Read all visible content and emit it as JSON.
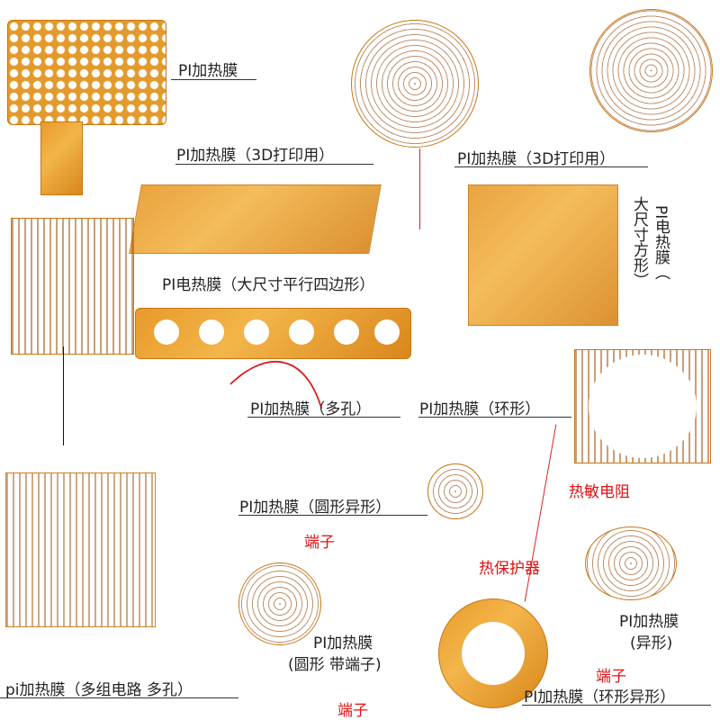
{
  "labels": {
    "pi_film": "PI加热膜",
    "pi_3d_a": "PI加热膜（3D打印用）",
    "pi_3d_b": "PI加热膜（3D打印用）",
    "large_parallelogram": "PI电热膜（大尺寸平行四边形）",
    "large_square_col1": "PI电热膜（",
    "large_square_col2": "大尺寸方形）",
    "multi_hole": "PI加热膜（多孔）",
    "ring": "PI加热膜（环形）",
    "thermistor": "热敏电阻",
    "round_shaped": "PI加热膜（圆形异形）",
    "terminal_1": "端子",
    "thermal_protector": "热保护器",
    "shaped_1": "PI加热膜",
    "shaped_2": "(异形)",
    "terminal_2": "端子",
    "round_terminal_1": "PI加热膜",
    "round_terminal_2": "(圆形 带端子)",
    "multi_circuit": "pi加热膜（多组电路 多孔）",
    "terminal_3": "端子",
    "ring_shaped": "PI加热膜（环形异形）"
  },
  "colors": {
    "film": "#f3b54a",
    "annotation_red": "#e01010"
  }
}
